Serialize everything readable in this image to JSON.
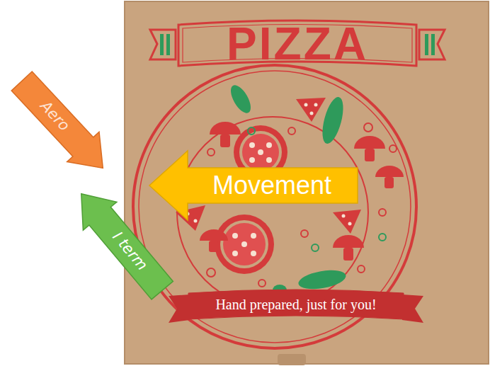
{
  "diagram": {
    "nodes": [
      {
        "text": [
          "PIZZA"
        ]
      },
      {
        "text": [
          "Aero"
        ]
      },
      {
        "text": [
          "Movement"
        ]
      },
      {
        "text": [
          "I term"
        ]
      },
      {
        "text": [
          "Hand prepared, just for you!"
        ]
      }
    ]
  }
}
